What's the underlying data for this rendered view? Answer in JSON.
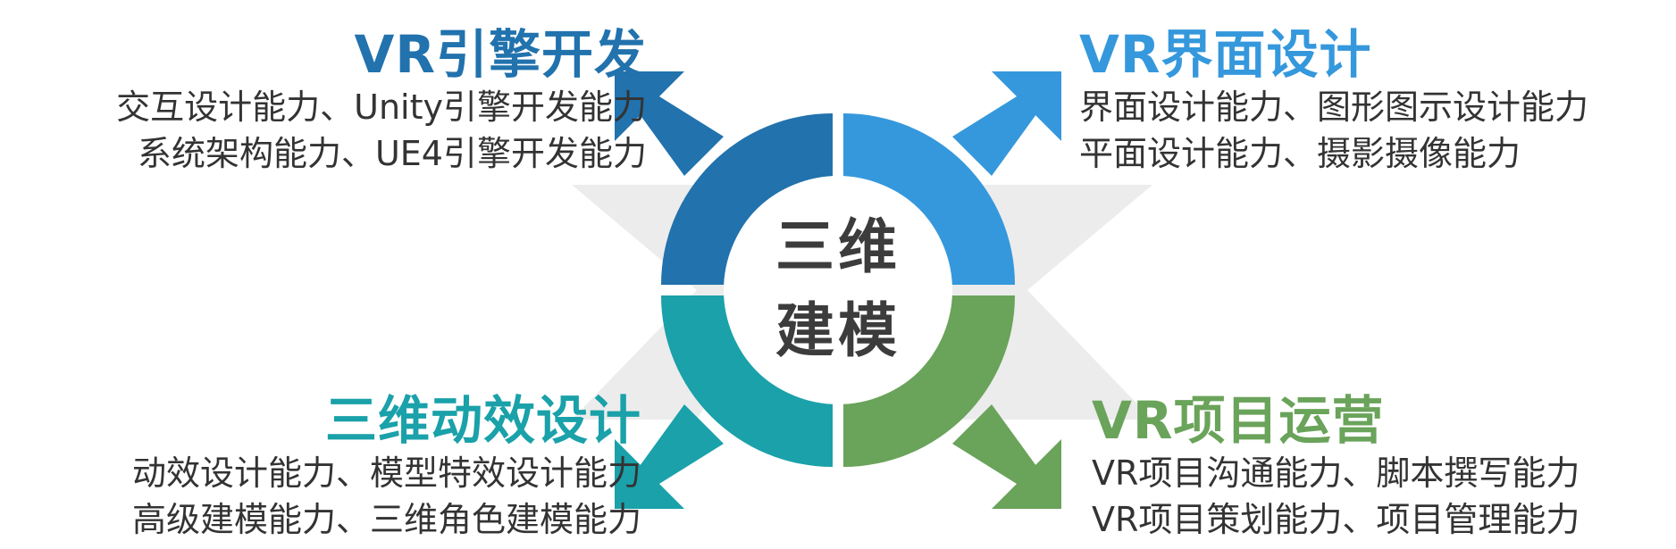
{
  "center": {
    "line1": "三维",
    "line2": "建模"
  },
  "colors": {
    "top_left": "#2172ad",
    "top_right": "#3598dc",
    "bottom_left": "#1aa1a9",
    "bottom_right": "#6aa35a",
    "cross": "#ececec",
    "ring_gap": "#ffffff"
  },
  "blocks": {
    "top_left": {
      "title": "VR引擎开发",
      "lines": [
        "交互设计能力、Unity引擎开发能力",
        "系统架构能力、UE4引擎开发能力"
      ]
    },
    "top_right": {
      "title": "VR界面设计",
      "lines": [
        "界面设计能力、图形图示设计能力",
        "平面设计能力、摄影摄像能力"
      ]
    },
    "bottom_left": {
      "title": "三维动效设计",
      "lines": [
        "动效设计能力、模型特效设计能力",
        "高级建模能力、三维角色建模能力"
      ]
    },
    "bottom_right": {
      "title": "VR项目运营",
      "lines": [
        "VR项目沟通能力、脚本撰写能力",
        "VR项目策划能力、项目管理能力"
      ]
    }
  }
}
